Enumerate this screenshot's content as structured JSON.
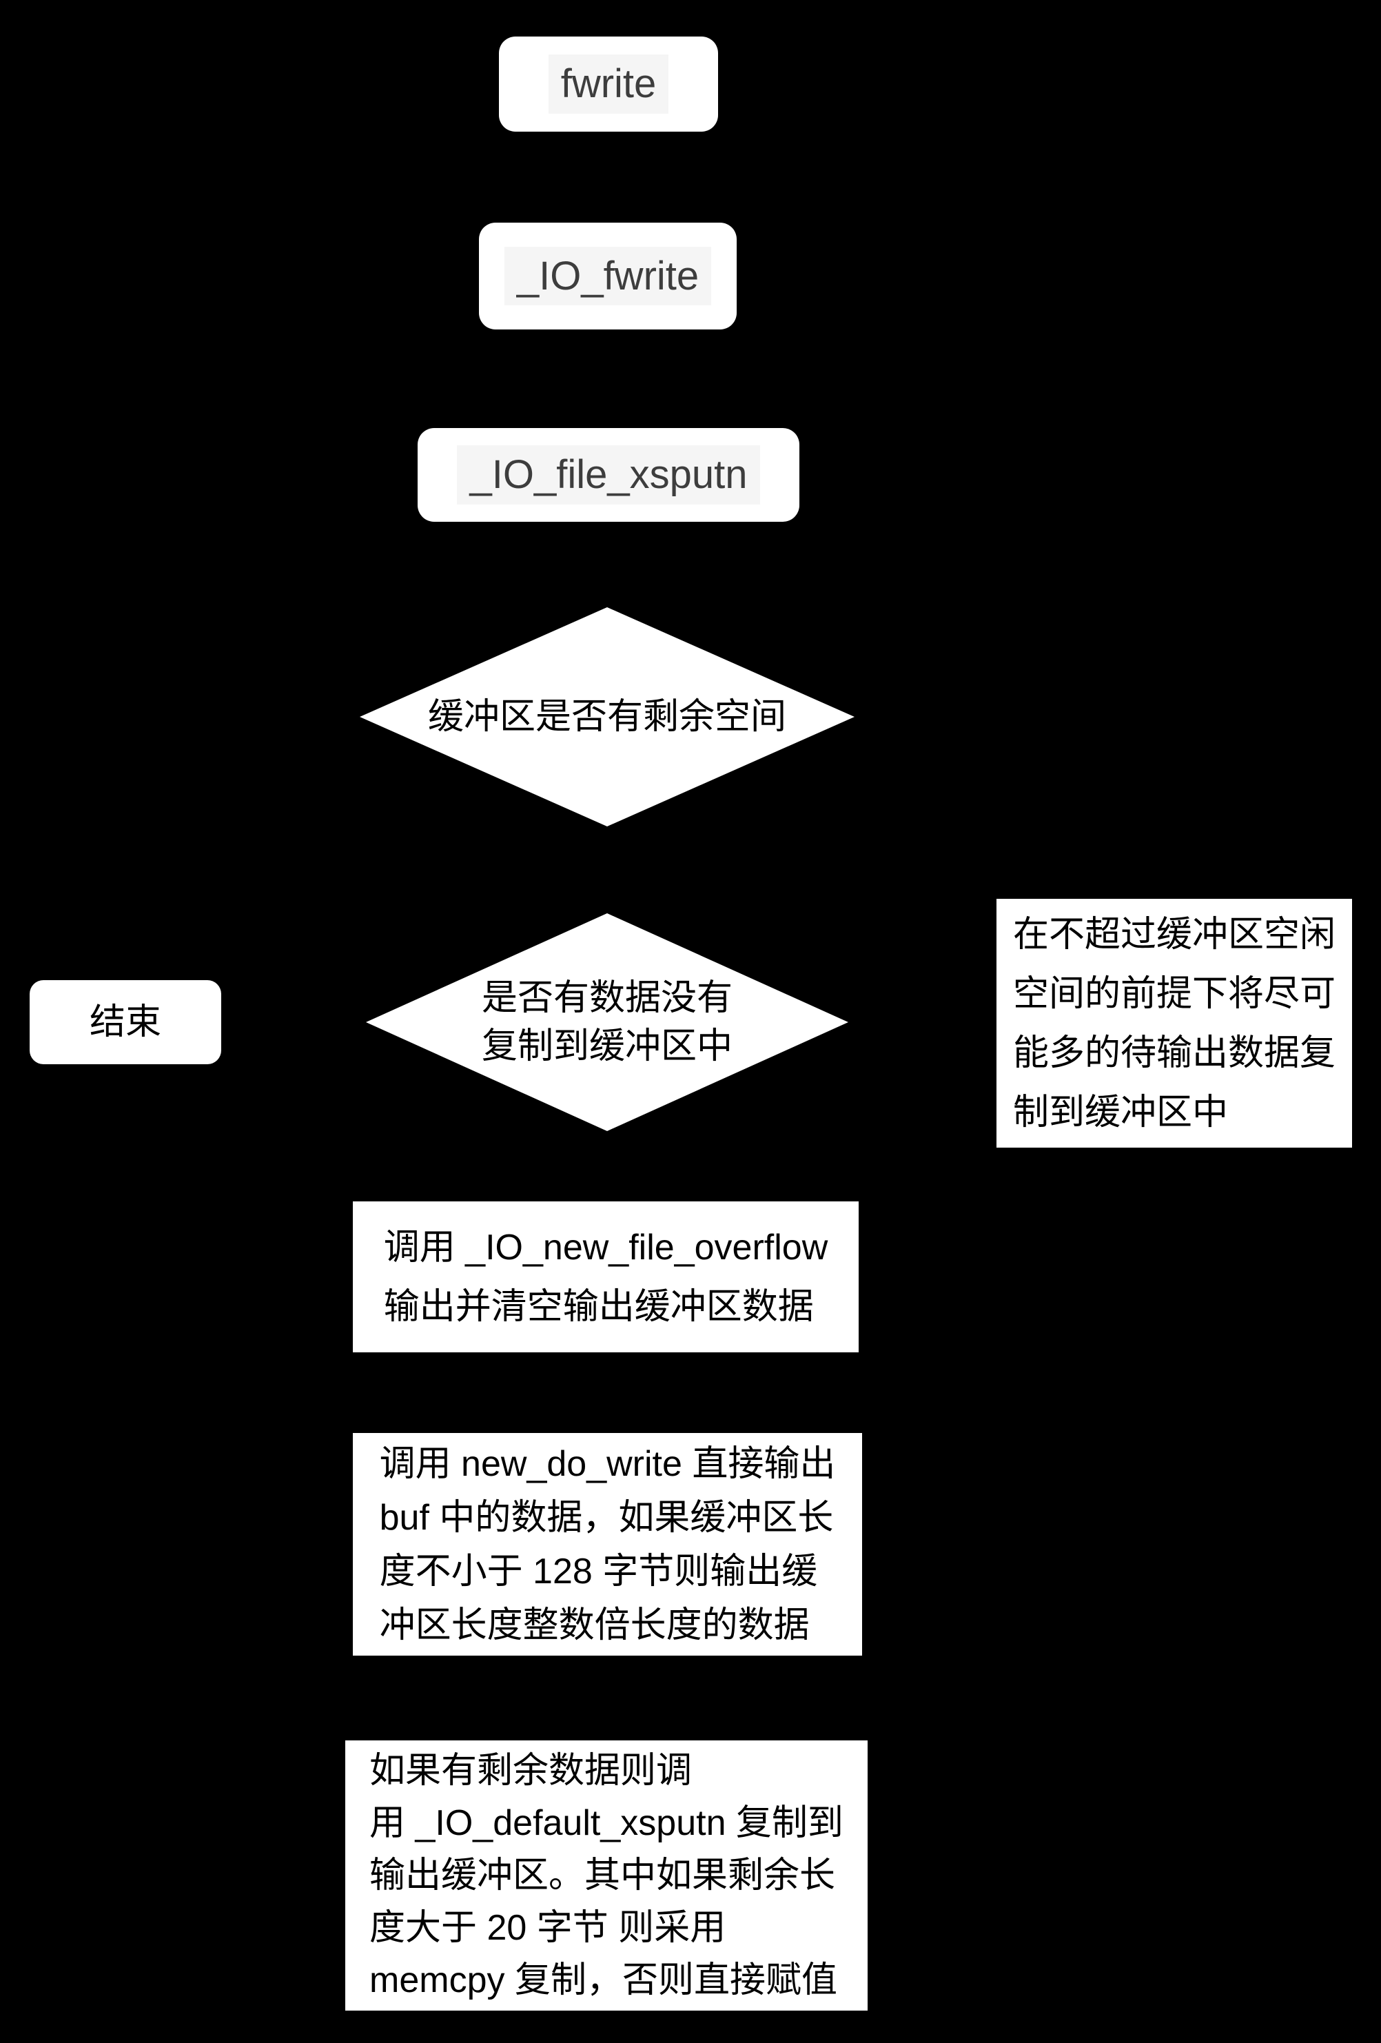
{
  "colors": {
    "background": "#000000",
    "node_fill": "#ffffff",
    "cjk_text": "#000000",
    "code_text": "#3d3d3d",
    "code_highlight": "#f5f5f5"
  },
  "flowchart": {
    "start": "fwrite",
    "io_fwrite": "_IO_fwrite",
    "io_file_xsputn": "_IO_file_xsputn",
    "decision_buffer_space": "缓冲区是否有剩余空间",
    "decision_remaining_data": "是否有数据没有\n复制到缓冲区中",
    "end": "结束",
    "side_note": "在不超过缓冲区空闲\n空间的前提下将尽可\n能多的待输出数据复\n制到缓冲区中",
    "process_overflow": "调用 _IO_new_file_overflow\n输出并清空输出缓冲区数据",
    "process_new_do_write": "调用 new_do_write 直接输出\nbuf 中的数据，如果缓冲区长\n度不小于 128 字节则输出缓\n冲区长度整数倍长度的数据",
    "process_default_xsputn": "如果有剩余数据则调\n用 _IO_default_xsputn 复制到\n输出缓冲区。其中如果剩余长\n度大于 20 字节 则采用\nmemcpy 复制，否则直接赋值"
  }
}
